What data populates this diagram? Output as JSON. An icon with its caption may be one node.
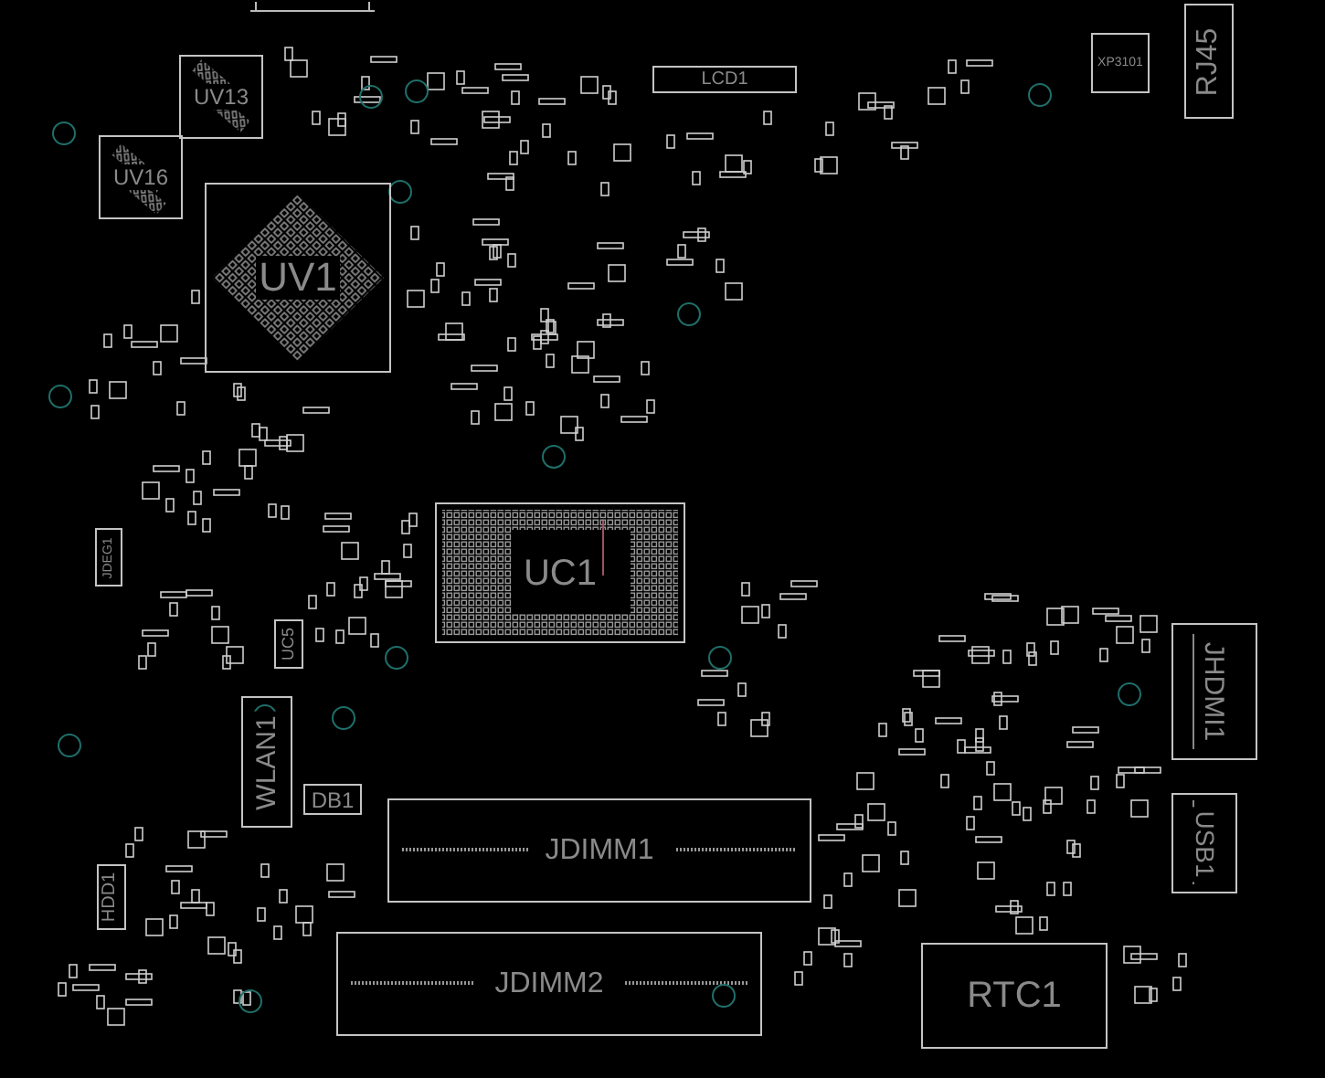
{
  "diagram": {
    "nodes": [
      {
        "text": [
          "UV13"
        ]
      },
      {
        "text": [
          "LCD1"
        ]
      },
      {
        "text": [
          "XP3101"
        ]
      },
      {
        "text": [
          "RJ45"
        ]
      },
      {
        "text": [
          "UV16"
        ]
      },
      {
        "text": [
          "UV1"
        ]
      },
      {
        "text": [
          "UC1"
        ]
      },
      {
        "text": [
          "JDEG1"
        ]
      },
      {
        "text": [
          "UC5"
        ]
      },
      {
        "text": [
          "JHDMI1"
        ]
      },
      {
        "text": [
          "WLAN1"
        ]
      },
      {
        "text": [
          "DB1"
        ]
      },
      {
        "text": [
          "USB1"
        ]
      },
      {
        "text": [
          "JDIMM1"
        ]
      },
      {
        "text": [
          "HDD1"
        ]
      },
      {
        "text": [
          "JDIMM2"
        ]
      },
      {
        "text": [
          "RTC1"
        ]
      }
    ]
  }
}
